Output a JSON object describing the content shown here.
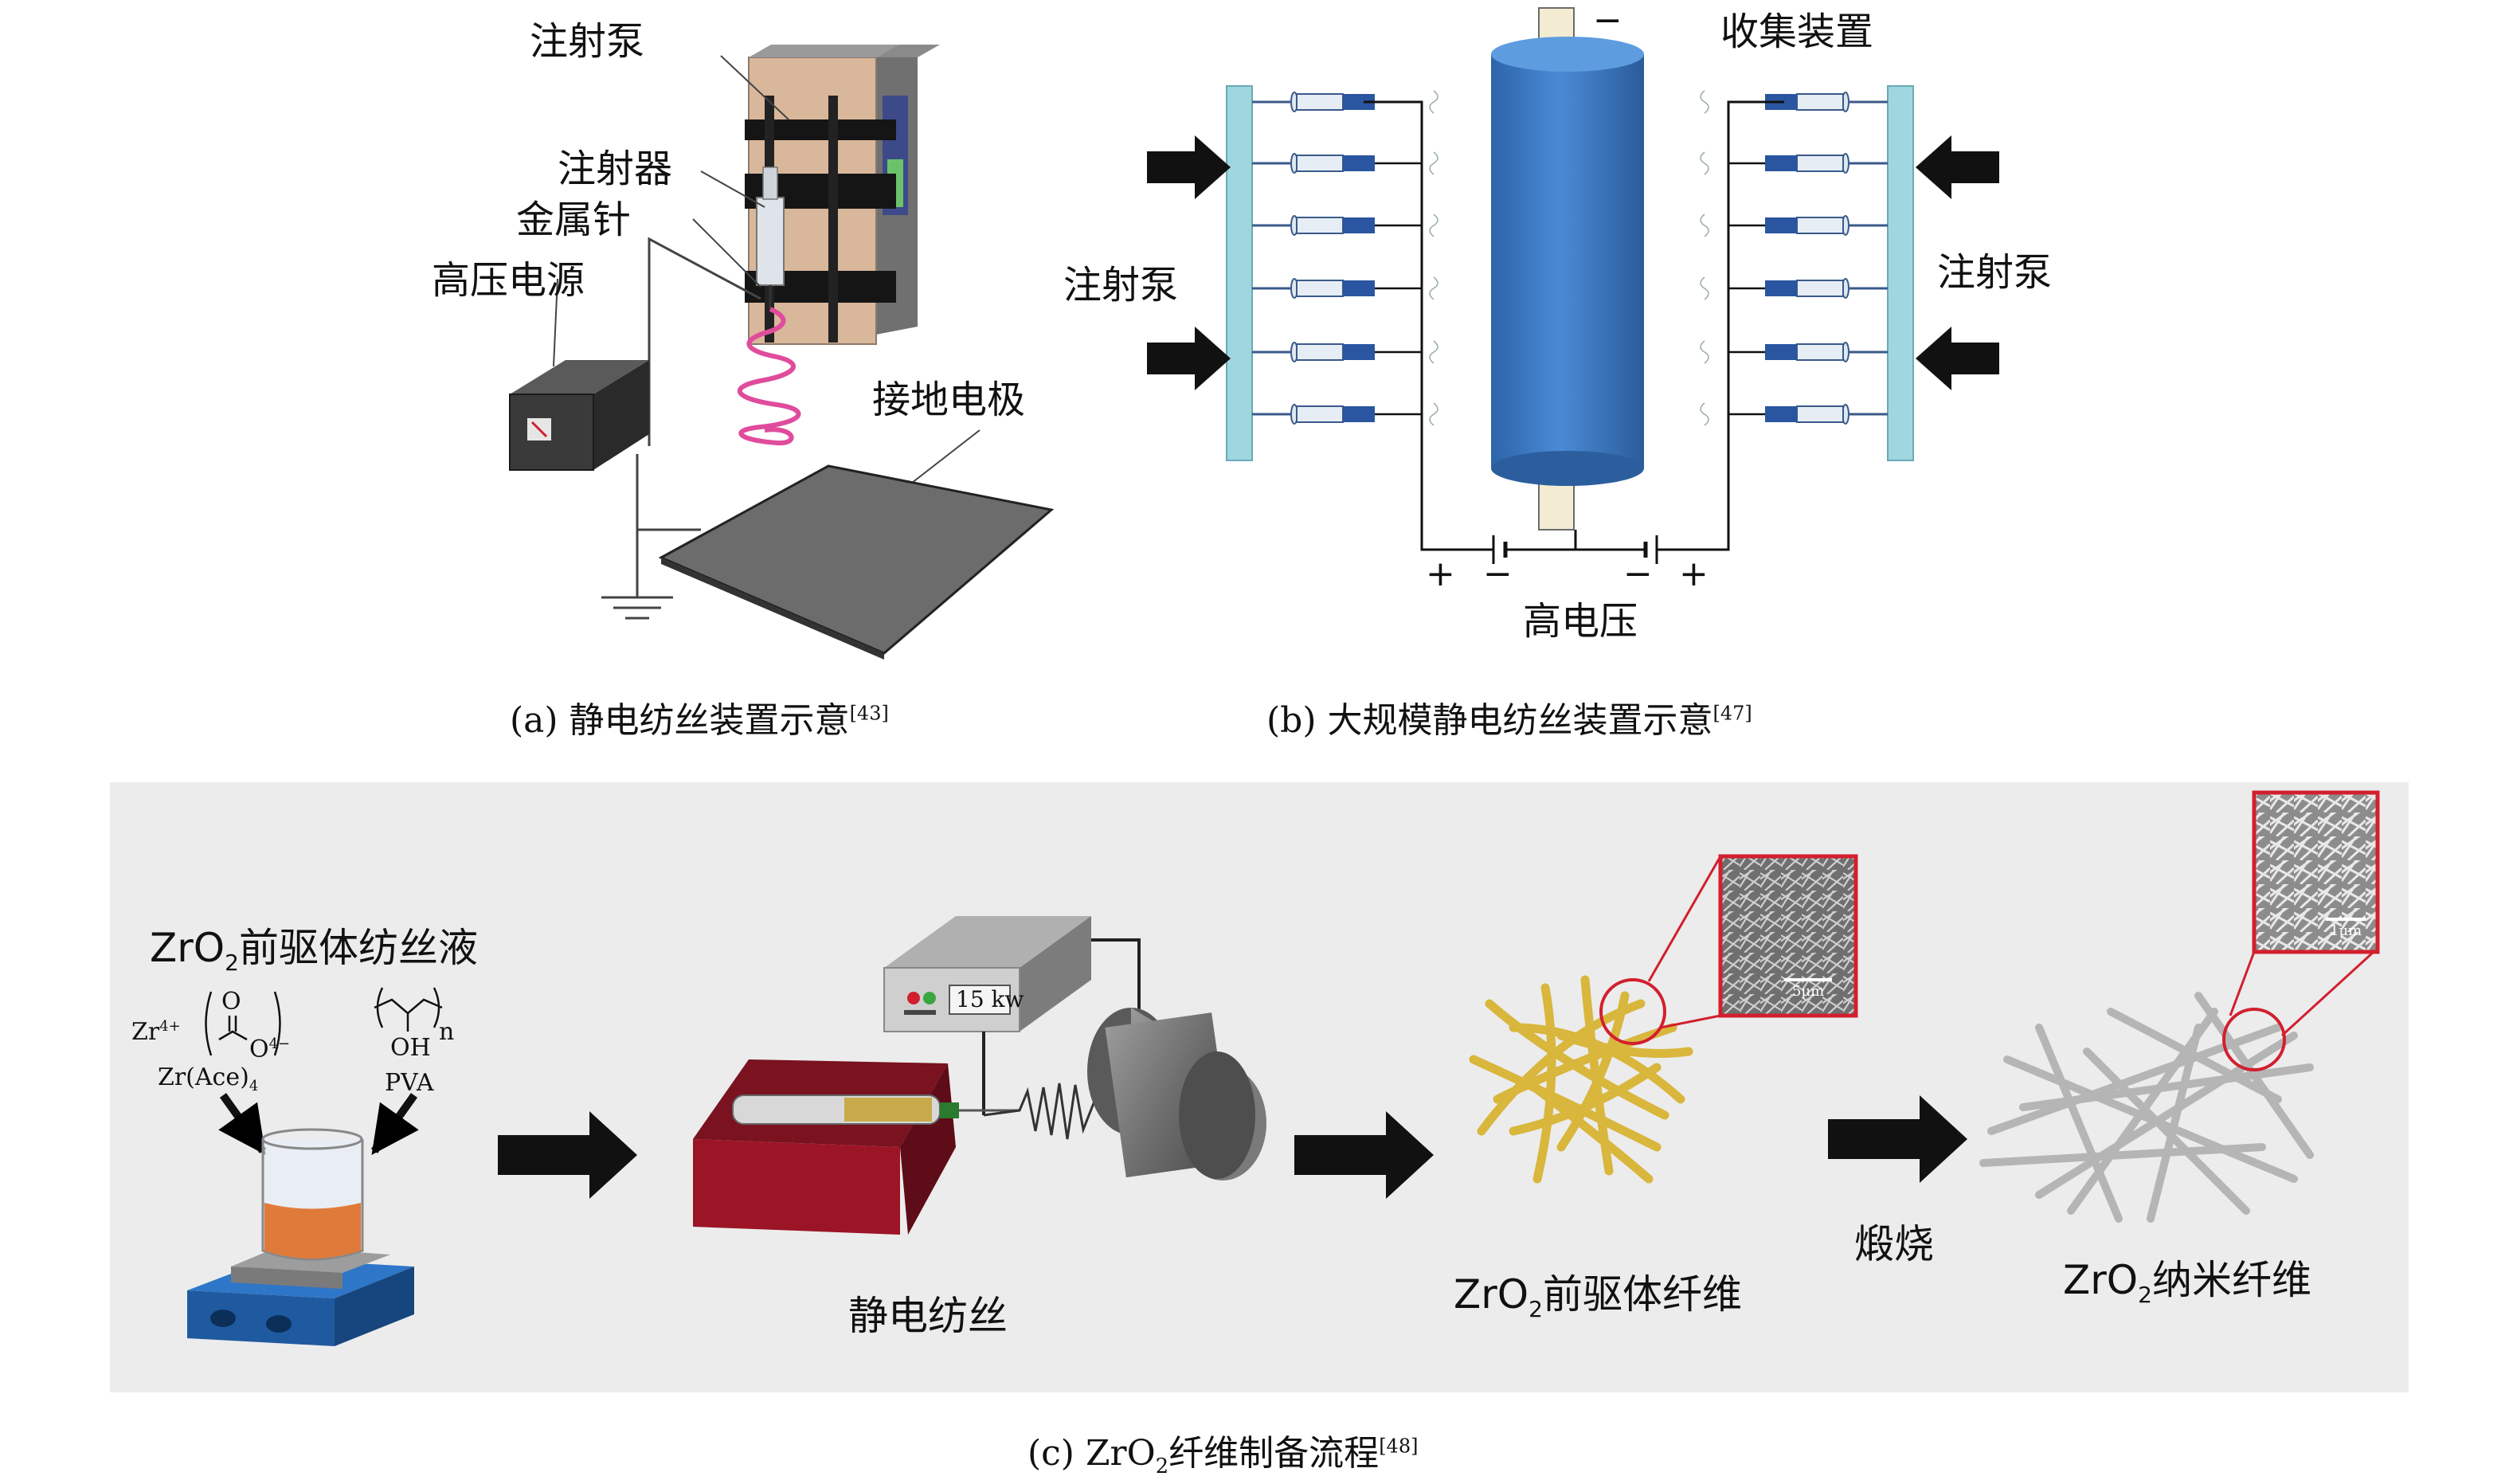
{
  "panel_a": {
    "labels": {
      "syringe_pump": "注射泵",
      "syringe": "注射器",
      "metal_needle": "金属针",
      "hv_power": "高压电源",
      "ground_electrode": "接地电极"
    },
    "caption": {
      "text": "(a) 静电纺丝装置示意",
      "ref": "[43]"
    }
  },
  "panel_b": {
    "labels": {
      "collector": "收集装置",
      "syringe_pump_left": "注射泵",
      "syringe_pump_right": "注射泵",
      "high_voltage": "高电压",
      "minus_top": "−",
      "plus_left": "+",
      "minus_left": "−",
      "minus_right": "−",
      "plus_right": "+"
    },
    "caption": {
      "text": "(b) 大规模静电纺丝装置示意",
      "ref": "[47]"
    }
  },
  "panel_c": {
    "solution_title_pre": "ZrO",
    "solution_title_sub": "2",
    "solution_title_post": "前驱体纺丝液",
    "zr_ion": "Zr",
    "zr_charge": "4+",
    "carbonyl_o": "O",
    "anion_o": "O",
    "anion_charge": "4−",
    "zr_ace_pre": "Zr(Ace)",
    "zr_ace_sub": "4",
    "oh": "OH",
    "n": "n",
    "pva": "PVA",
    "power_display": "15 kw",
    "electrospinning": "静电纺丝",
    "precursor_fiber_pre": "ZrO",
    "precursor_fiber_sub": "2",
    "precursor_fiber_post": "前驱体纤维",
    "calcination": "煅烧",
    "nanofiber_pre": "ZrO",
    "nanofiber_sub": "2",
    "nanofiber_post": "纳米纤维",
    "scale_5um": "5μm",
    "scale_1um": "1μm",
    "caption_pre": "(c) ZrO",
    "caption_sub": "2",
    "caption_post": "纤维制备流程",
    "caption_ref": "[48]"
  },
  "colors": {
    "blue_cylinder": "#3b7ac9",
    "syringe_pump_panel": "#9fd6e0",
    "fiber_yellow": "#e2c24a",
    "fiber_gray": "#b8b8b8",
    "spring_pink": "#e04c9c",
    "accent_red": "#d21f2e",
    "beaker_solution": "#e07a3a",
    "hotplate_blue": "#2e76c8"
  }
}
